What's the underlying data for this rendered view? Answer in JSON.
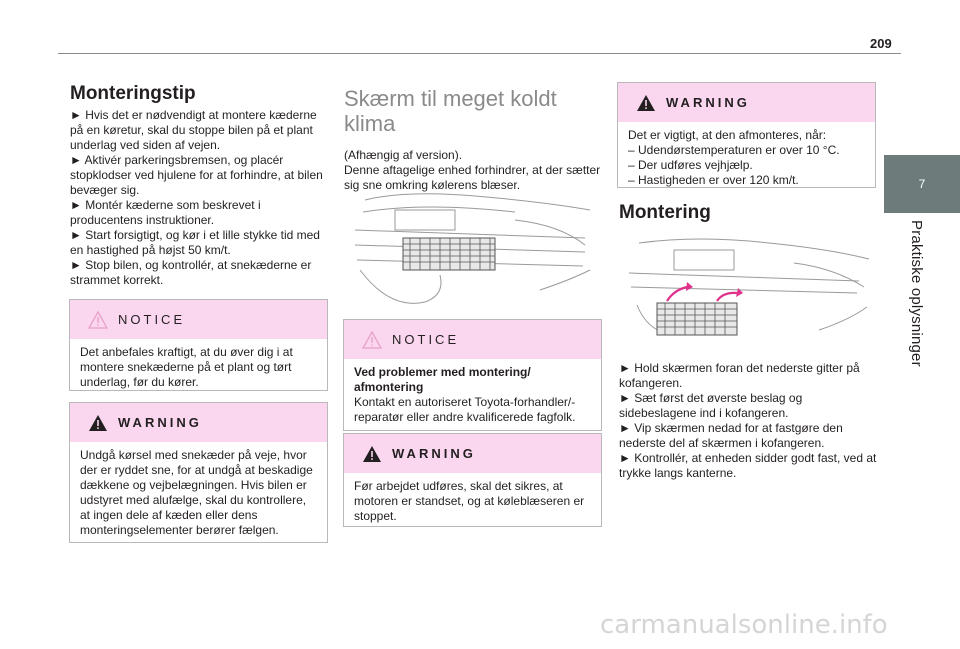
{
  "page": {
    "number": "209"
  },
  "chapter": {
    "number": "7",
    "title": "Praktiske oplysninger"
  },
  "col1": {
    "heading": "Monteringstip",
    "paragraphs": [
      "► Hvis det er nødvendigt at montere kæderne på en køretur, skal du stoppe bilen på et plant underlag ved siden af vejen.",
      "► Aktivér parkeringsbremsen, og placér stopklodser ved hjulene for at forhindre, at bilen bevæger sig.",
      "► Montér kæderne som beskrevet i producentens instruktioner.",
      "► Start forsigtigt, og kør i et lille stykke tid med en hastighed på højst 50 km/t.",
      "► Stop bilen, og kontrollér, at snekæderne er strammet korrekt."
    ],
    "notice": {
      "title": "NOTICE",
      "text": "Det anbefales kraftigt, at du øver dig i at montere snekæderne på et plant og tørt underlag, før du kører."
    },
    "warning": {
      "title": "WARNING",
      "text": "Undgå kørsel med snekæder på veje, hvor der er ryddet sne, for at undgå at beskadige dækkene og vejbelægningen. Hvis bilen er udstyret med alufælge, skal du kontrollere, at ingen dele af kæden eller dens monteringselementer berører fælgen."
    }
  },
  "col2": {
    "heading": "Skærm til meget koldt klima",
    "intro1": "(Afhængig af version).",
    "intro2": "Denne aftagelige enhed forhindrer, at der sætter sig sne omkring kølerens blæser.",
    "notice": {
      "title": "NOTICE",
      "bold": "Ved problemer med montering/ afmontering",
      "text": "Kontakt en autoriseret Toyota-forhandler/-reparatør eller andre kvalificerede fagfolk."
    },
    "warning": {
      "title": "WARNING",
      "text": "Før arbejdet udføres, skal det sikres, at motoren er standset, og at køleblæseren er stoppet."
    }
  },
  "col3": {
    "warning": {
      "title": "WARNING",
      "text": "Det er vigtigt, at den afmonteres, når:",
      "items": [
        "– Udendørstemperaturen er over 10 °C.",
        "– Der udføres vejhjælp.",
        "– Hastigheden er over 120 km/t."
      ]
    },
    "heading": "Montering",
    "steps": [
      "► Hold skærmen foran det nederste gitter på kofangeren.",
      "► Sæt først det øverste beslag og sidebeslagene ind i kofangeren.",
      "► Vip skærmen nedad for at fastgøre den nederste del af skærmen i kofangeren.",
      "► Kontrollér, at enheden sidder godt fast, ved at trykke langs kanterne."
    ]
  },
  "colors": {
    "header_pink": "#fad7ee",
    "chapter_tab": "#6d7b7b",
    "notice_icon": "#e8a0c8",
    "heading_grey": "#8a8a8a",
    "arrow_magenta": "#e0328c"
  },
  "footer": {
    "watermark": "carmanualsonline.info"
  }
}
